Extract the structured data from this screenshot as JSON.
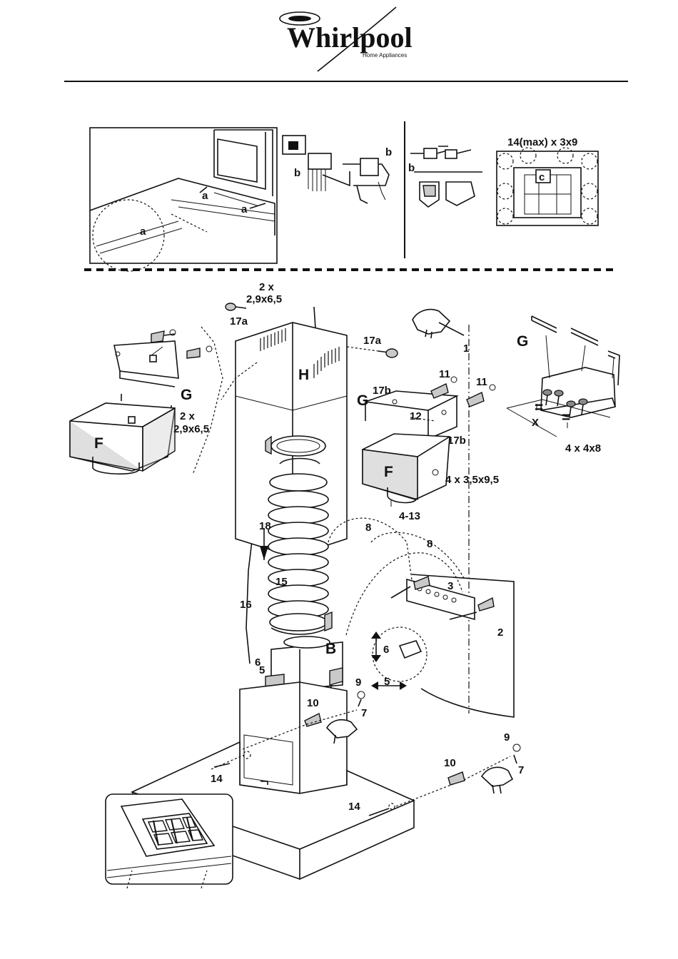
{
  "brand": {
    "name": "Whirlpool",
    "tagline": "Home Appliances"
  },
  "labels": {
    "a1": "a",
    "a2": "a",
    "a3": "a",
    "b1": "b",
    "b2": "b",
    "b3": "b",
    "c": "c",
    "screws_max": "14(max) x 3x9",
    "qty_2x_top": "2 x",
    "size_top": "2,9x6,5",
    "n17a_left": "17a",
    "n17a_right": "17a",
    "n1": "1",
    "G_left": "G",
    "qty_2x_left": "2 x",
    "size_left": "2,9x6,5",
    "F_left": "F",
    "H": "H",
    "n11a": "11",
    "n11b": "11",
    "n17b_top": "17b",
    "G_mid": "G",
    "n12": "12",
    "n17b_side": "17b",
    "F_mid": "F",
    "size_4x35": "4 x 3,5x9,5",
    "n4_13": "4-13",
    "G_right": "G",
    "eq1": "=",
    "eq2": "=",
    "X": "X",
    "size_4x48": "4 x 4x8",
    "n8a": "8",
    "n8b": "8",
    "n18": "18",
    "n15": "15",
    "n16": "16",
    "n3": "3",
    "n2": "2",
    "B": "B",
    "n6a": "6",
    "n5a": "5",
    "n6b": "6",
    "n5b": "5",
    "n9a": "9",
    "n10a": "10",
    "n7a": "7",
    "n14a": "14",
    "n9b": "9",
    "n10b": "10",
    "n7b": "7",
    "n14b": "14"
  }
}
